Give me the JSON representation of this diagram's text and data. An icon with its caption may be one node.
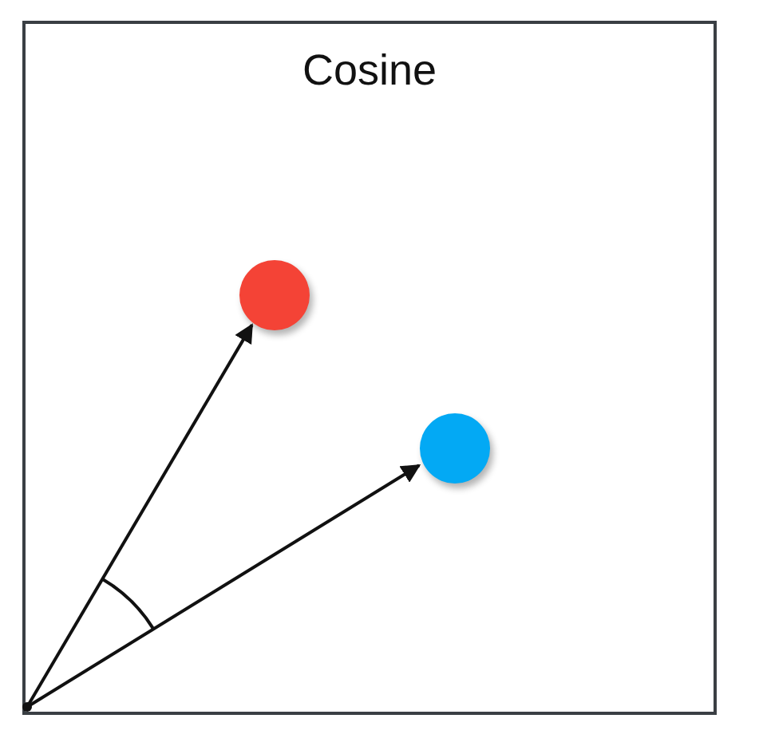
{
  "diagram": {
    "nodes": [
      {
        "text": [
          "Cosine"
        ]
      },
      {
        "text": [],
        "shape": "circle",
        "in": 0
      },
      {
        "text": [],
        "shape": "circle",
        "in": 0
      }
    ],
    "edges": [
      {
        "from": null,
        "to": 1,
        "arrow": "to"
      },
      {
        "from": null,
        "to": 2,
        "arrow": "to"
      }
    ]
  }
}
